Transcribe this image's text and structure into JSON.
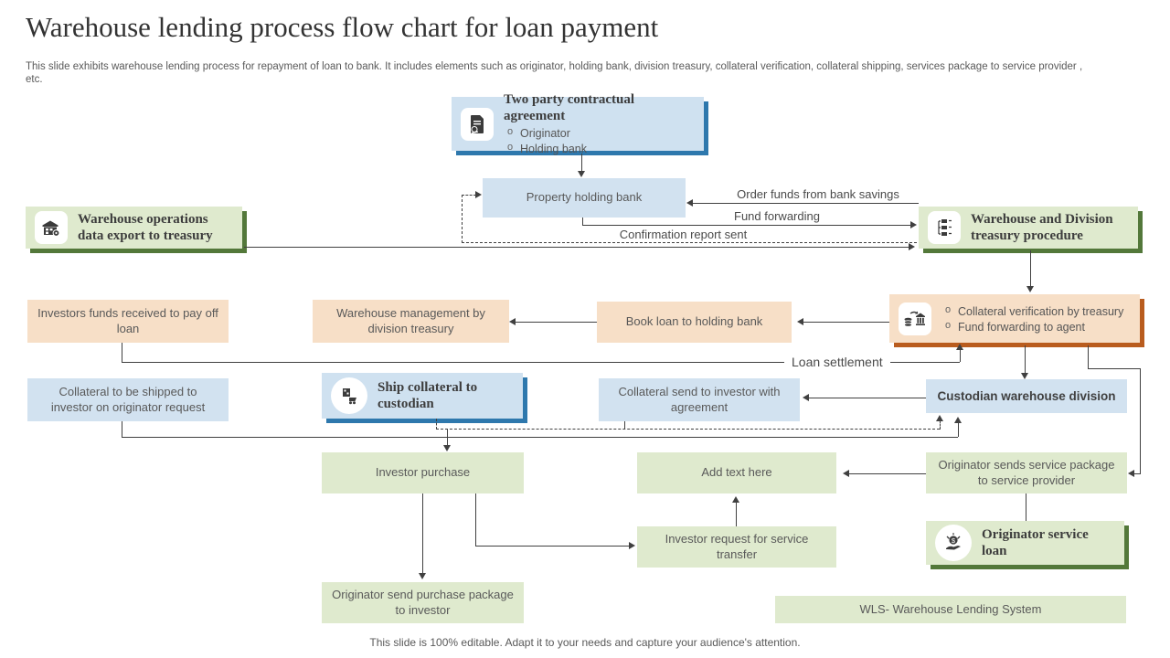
{
  "slide": {
    "title": "Warehouse lending process flow chart for loan payment",
    "description": "This slide exhibits warehouse lending process for repayment of loan to bank. It includes elements such as originator, holding bank, division treasury, collateral verification, collateral shipping, services package to service provider , etc.",
    "footer": "This slide is 100% editable. Adapt it to your needs and capture your audience's attention."
  },
  "colors": {
    "blue_fill": "#cfe1f0",
    "blue_accent": "#2e78ad",
    "green_fill": "#dfeace",
    "green_accent": "#53783a",
    "peach_fill": "#f7dfc7",
    "orange_accent": "#b95c1e",
    "line": "#404040",
    "text": "#595959"
  },
  "nodes": {
    "two_party": {
      "title": "Two party contractual agreement",
      "bullets": [
        "Originator",
        "Holding  bank"
      ],
      "icon": "contract-icon"
    },
    "property_holding_bank": {
      "label": "Property  holding  bank"
    },
    "warehouse_ops": {
      "title": "Warehouse operations data export to treasury",
      "icon": "warehouse-icon"
    },
    "treasury_procedure": {
      "title": "Warehouse and Division treasury procedure",
      "icon": "hierarchy-icon"
    },
    "collateral_verification": {
      "bullets": [
        "Collateral  verification  by treasury",
        "Fund  forwarding   to agent"
      ],
      "icon": "bank-transfer-icon"
    },
    "investors_funds": {
      "label": "Investors  funds  received to pay off  loan"
    },
    "warehouse_mgmt": {
      "label": "Warehouse  management by division  treasury"
    },
    "book_loan": {
      "label": "Book  loan  to holding  bank"
    },
    "collateral_shipped": {
      "label": "Collateral  to be  shipped  to investor  on originator  request"
    },
    "ship_collateral": {
      "title": "Ship collateral to custodian",
      "icon": "shipping-icon"
    },
    "collateral_send": {
      "label": "Collateral  send to investor  with  agreement"
    },
    "custodian": {
      "label": "Custodian warehouse division"
    },
    "investor_purchase": {
      "label": "Investor  purchase"
    },
    "add_text": {
      "label": "Add text here"
    },
    "originator_sends": {
      "label": "Originator  sends  service package  to service  provider"
    },
    "investor_request": {
      "label": "Investor  request  for service  transfer"
    },
    "originator_service_loan": {
      "title": "Originator service loan",
      "icon": "loan-hand-icon"
    },
    "originator_send_purchase": {
      "label": "Originator  send  purchase package  to investor"
    },
    "wls": {
      "label": "WLS- Warehouse  Lending  System"
    }
  },
  "edge_labels": {
    "order_funds": "Order  funds  from  bank  savings",
    "fund_forwarding": "Fund  forwarding",
    "confirmation": "Confirmation  report  sent",
    "loan_settlement": "Loan  settlement"
  }
}
